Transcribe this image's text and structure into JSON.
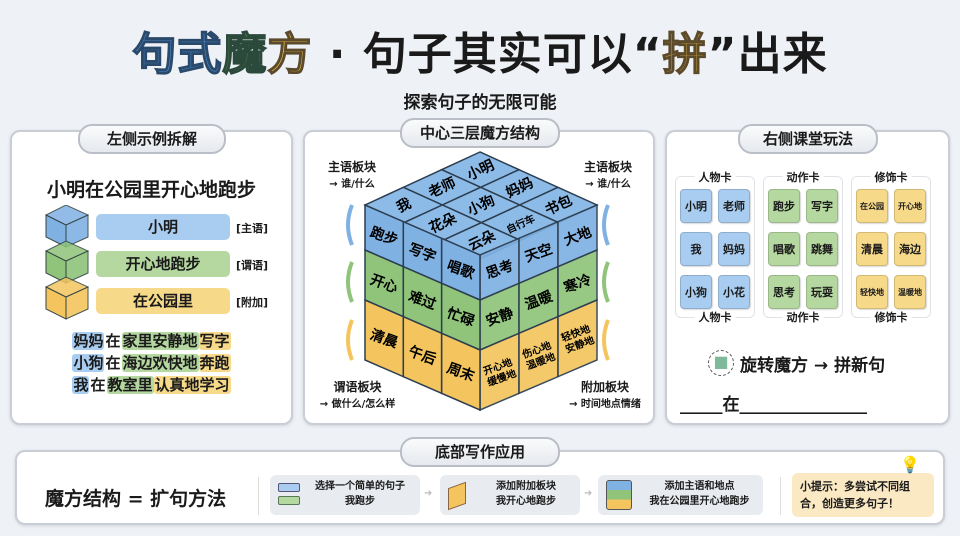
{
  "header": {
    "title_parts": [
      {
        "text": "句",
        "style": "blue"
      },
      {
        "text": "式",
        "style": "blue"
      },
      {
        "text": "魔",
        "style": "green"
      },
      {
        "text": "方",
        "style": "yellow"
      },
      {
        "text": " · 句子其实可以“",
        "style": "plain"
      },
      {
        "text": "拼",
        "style": "yellow"
      },
      {
        "text": "”出来",
        "style": "plain"
      }
    ],
    "subtitle": "探索句子的无限可能"
  },
  "colors": {
    "blue": "#a9cdf0",
    "green": "#b5d7a0",
    "yellow": "#f7d98a",
    "cube_blue": "#7fb1e3",
    "cube_green": "#8fc47a",
    "cube_yellow": "#f4c55e"
  },
  "left": {
    "title": "左侧示例拆解",
    "sentence": "小明在公园里开心地跑步",
    "parts": [
      {
        "text": "小明",
        "tag": "[主语]",
        "color": "blue"
      },
      {
        "text": "开心地跑步",
        "tag": "[谓语]",
        "color": "green"
      },
      {
        "text": "在公园里",
        "tag": "[附加]",
        "color": "yellow"
      }
    ],
    "examples": [
      [
        {
          "t": "妈妈",
          "c": "bl"
        },
        {
          "t": "在",
          "c": ""
        },
        {
          "t": "家里安静地",
          "c": "gr"
        },
        {
          "t": "写字",
          "c": "ye"
        }
      ],
      [
        {
          "t": "小狗",
          "c": "bl"
        },
        {
          "t": "在",
          "c": ""
        },
        {
          "t": "海边欢快地",
          "c": "gr"
        },
        {
          "t": "奔跑",
          "c": "ye"
        }
      ],
      [
        {
          "t": "我",
          "c": "bl"
        },
        {
          "t": "在",
          "c": ""
        },
        {
          "t": "教室里",
          "c": "gr"
        },
        {
          "t": "认真地学习",
          "c": "ye"
        }
      ]
    ]
  },
  "center": {
    "title": "中心三层魔方结构",
    "labels": {
      "top_left": "主语板块",
      "top_left_sub": "→ 谁/什么",
      "top_right": "主语板块",
      "top_right_sub": "→ 谁/什么",
      "bottom_left": "谓语板块",
      "bottom_left_sub": "→ 做什么/怎么样",
      "bottom_right": "附加板块",
      "bottom_right_sub": "→ 时间地点情绪"
    },
    "cube": {
      "top": [
        [
          "小明",
          "老师",
          "我"
        ],
        [
          "妈妈",
          "小狗",
          "花朵"
        ],
        [
          "书包",
          "自行车",
          "云朵"
        ]
      ],
      "layers": [
        {
          "color": "cube_blue",
          "left": [
            "跑步",
            "写字",
            "唱歌"
          ],
          "right": [
            "思考",
            "天空",
            "大地"
          ]
        },
        {
          "color": "cube_green",
          "left": [
            "开心",
            "难过",
            "忙碌"
          ],
          "right": [
            "安静",
            "温暖",
            "寒冷"
          ]
        },
        {
          "color": "cube_yellow",
          "left": [
            "清晨",
            "午后",
            "周末"
          ],
          "right": [
            "开心地\n缓慢地",
            "伤心地\n温暖地",
            "轻快地\n安静地"
          ]
        }
      ]
    }
  },
  "right": {
    "title": "右侧课堂玩法",
    "groups": [
      {
        "name": "人物卡",
        "color": "blue",
        "cards": [
          "小明",
          "老师",
          "我",
          "妈妈",
          "小狗",
          "小花"
        ]
      },
      {
        "name": "动作卡",
        "color": "green",
        "cards": [
          "跑步",
          "写字",
          "唱歌",
          "跳舞",
          "思考",
          "玩耍"
        ]
      },
      {
        "name": "修饰卡",
        "color": "yellow",
        "cards": [
          "在公园",
          "开心地",
          "清晨",
          "海边",
          "轻快地",
          "温暖地"
        ]
      }
    ],
    "rotate": "旋转魔方 → 拼新句",
    "blank": "_____在_______________"
  },
  "bottom": {
    "title": "底部写作应用",
    "formula": "魔方结构 = 扩句方法",
    "steps": [
      {
        "l1": "选择一个简单的句子",
        "l2": "我跑步"
      },
      {
        "l1": "添加附加板块",
        "l2": "我开心地跑步"
      },
      {
        "l1": "添加主语和地点",
        "l2": "我在公园里开心地跑步"
      }
    ],
    "tip": "小提示：多尝试不同组合，创造更多句子！"
  }
}
